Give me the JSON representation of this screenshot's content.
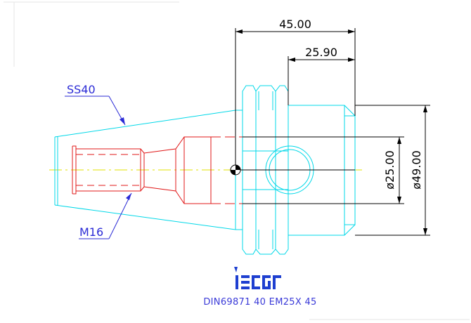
{
  "drawing": {
    "dimensions": {
      "overall_length": "45.00",
      "partial_length": "25.90",
      "bore_diameter": "ø25.00",
      "outer_diameter": "ø49.00"
    },
    "callouts": {
      "taper": "SS40",
      "thread": "M16"
    },
    "logo": {
      "text": "iscar",
      "color": "#1e3fd0"
    },
    "caption": "DIN69871 40 EM25X 45",
    "colors": {
      "body": "#00d8e8",
      "hidden": "#e01818",
      "dimension": "#000000",
      "leader": "#2b2bd6",
      "centerline": "#e0e000"
    }
  }
}
